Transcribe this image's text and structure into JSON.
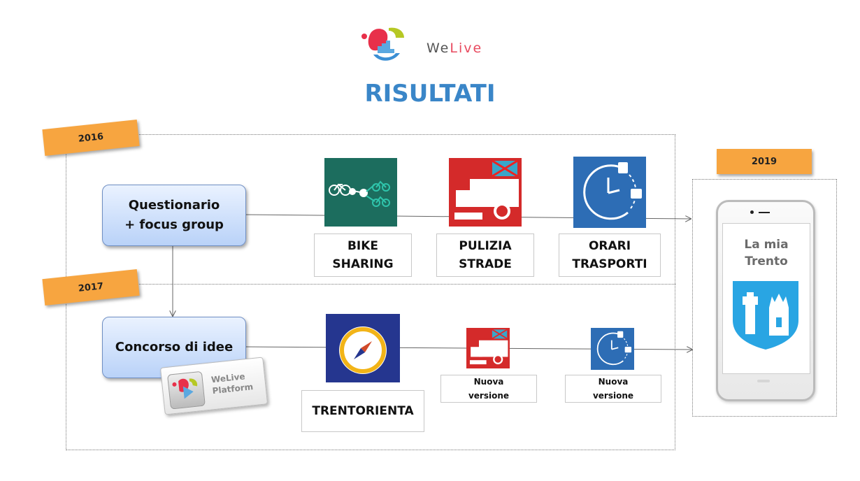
{
  "logo": {
    "we": "We",
    "live": "Live"
  },
  "title": "RISULTATI",
  "years": {
    "y2016": "2016",
    "y2017": "2017",
    "y2019": "2019"
  },
  "stages": {
    "questionario_line1": "Questionario",
    "questionario_line2": "+ focus group",
    "concorso": "Concorso di idee"
  },
  "platform_badge": {
    "line1": "WeLive",
    "line2": "Platform"
  },
  "apps_2016": [
    {
      "line1": "BIKE",
      "line2": "SHARING"
    },
    {
      "line1": "PULIZIA",
      "line2": "STRADE"
    },
    {
      "line1": "ORARI",
      "line2": "TRASPORTI"
    }
  ],
  "apps_2017": [
    {
      "line1": "TRENTORIENTA"
    },
    {
      "line1": "Nuova",
      "line2": "versione"
    },
    {
      "line1": "Nuova",
      "line2": "versione"
    }
  ],
  "phone_app": {
    "line1": "La mia",
    "line2": "Trento"
  },
  "colors": {
    "title": "#3a86c8",
    "year_badge": "#f7a540",
    "bike_tile": "#1c6d5e",
    "pulizia_tile": "#d42a2a",
    "orari_tile": "#2d6db5",
    "trentorienta_tile": "#25368f",
    "trento_shield": "#29a5e3"
  }
}
